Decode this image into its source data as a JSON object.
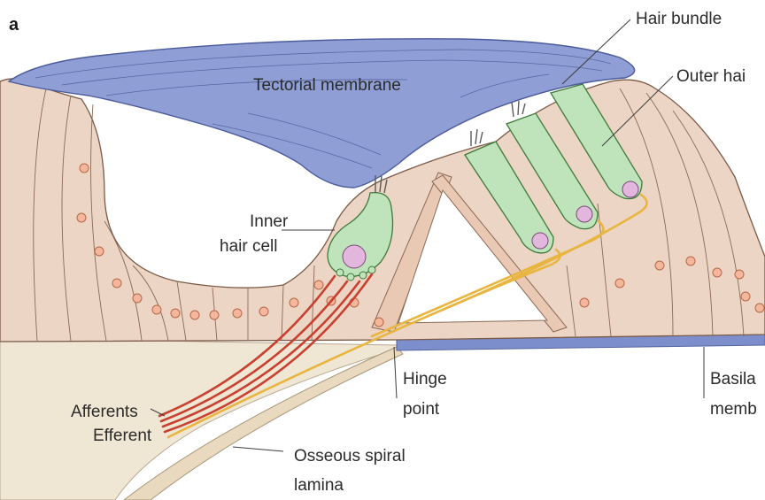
{
  "panel_letter": "a",
  "labels": {
    "hair_bundle": "Hair bundle",
    "outer_hair": "Outer hai",
    "tectorial": "Tectorial membrane",
    "inner_hair_1": "Inner",
    "inner_hair_2": "hair cell",
    "hinge_1": "Hinge",
    "hinge_2": "point",
    "basilar_1": "Basila",
    "basilar_2": "memb",
    "afferents": "Afferents",
    "efferent": "Efferent",
    "osseous_1": "Osseous spiral",
    "osseous_2": "lamina"
  },
  "colors": {
    "tissue": "#ecd5c4",
    "tissue_line": "#7b5a48",
    "tectorial": "#8f9ed4",
    "tectorial_line": "#4b5a9a",
    "hair_cell": "#bfe3bb",
    "hair_cell_line": "#3f7a3c",
    "bone": "#f0e6d4",
    "basilar": "#7c8ecb",
    "afferent": "#c8402f",
    "efferent": "#e8b640",
    "nucleus": "#e2b6dd",
    "cell_dot": "#f4b79c"
  }
}
